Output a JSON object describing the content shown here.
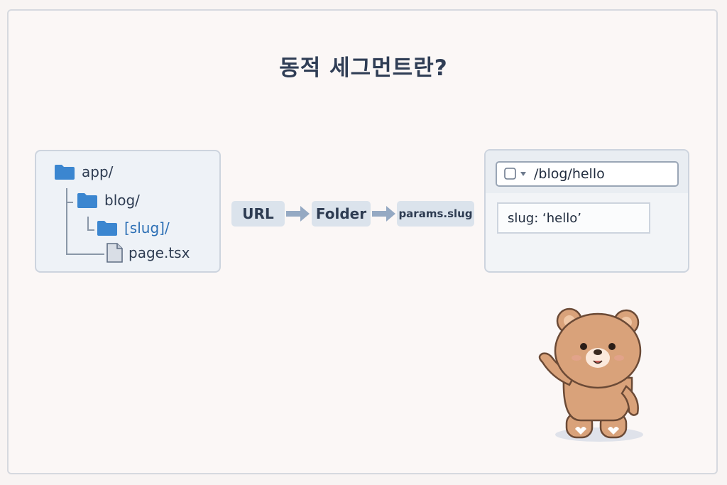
{
  "title": "동적 세그먼트란?",
  "tree": {
    "items": [
      {
        "label": "app/",
        "icon": "folder-icon"
      },
      {
        "label": "blog/",
        "icon": "folder-icon"
      },
      {
        "label": "[slug]/",
        "icon": "folder-icon"
      },
      {
        "label": "page.tsx",
        "icon": "file-icon"
      }
    ]
  },
  "flow": {
    "steps": [
      "URL",
      "Folder",
      "params.slug"
    ]
  },
  "browser": {
    "url": "/blog/hello",
    "result": "slug: ‘hello’"
  },
  "colors": {
    "folder": "#3b86d0",
    "pill": "#dbe3ec",
    "arrow": "#95a9c3",
    "title": "#2f3d55"
  }
}
